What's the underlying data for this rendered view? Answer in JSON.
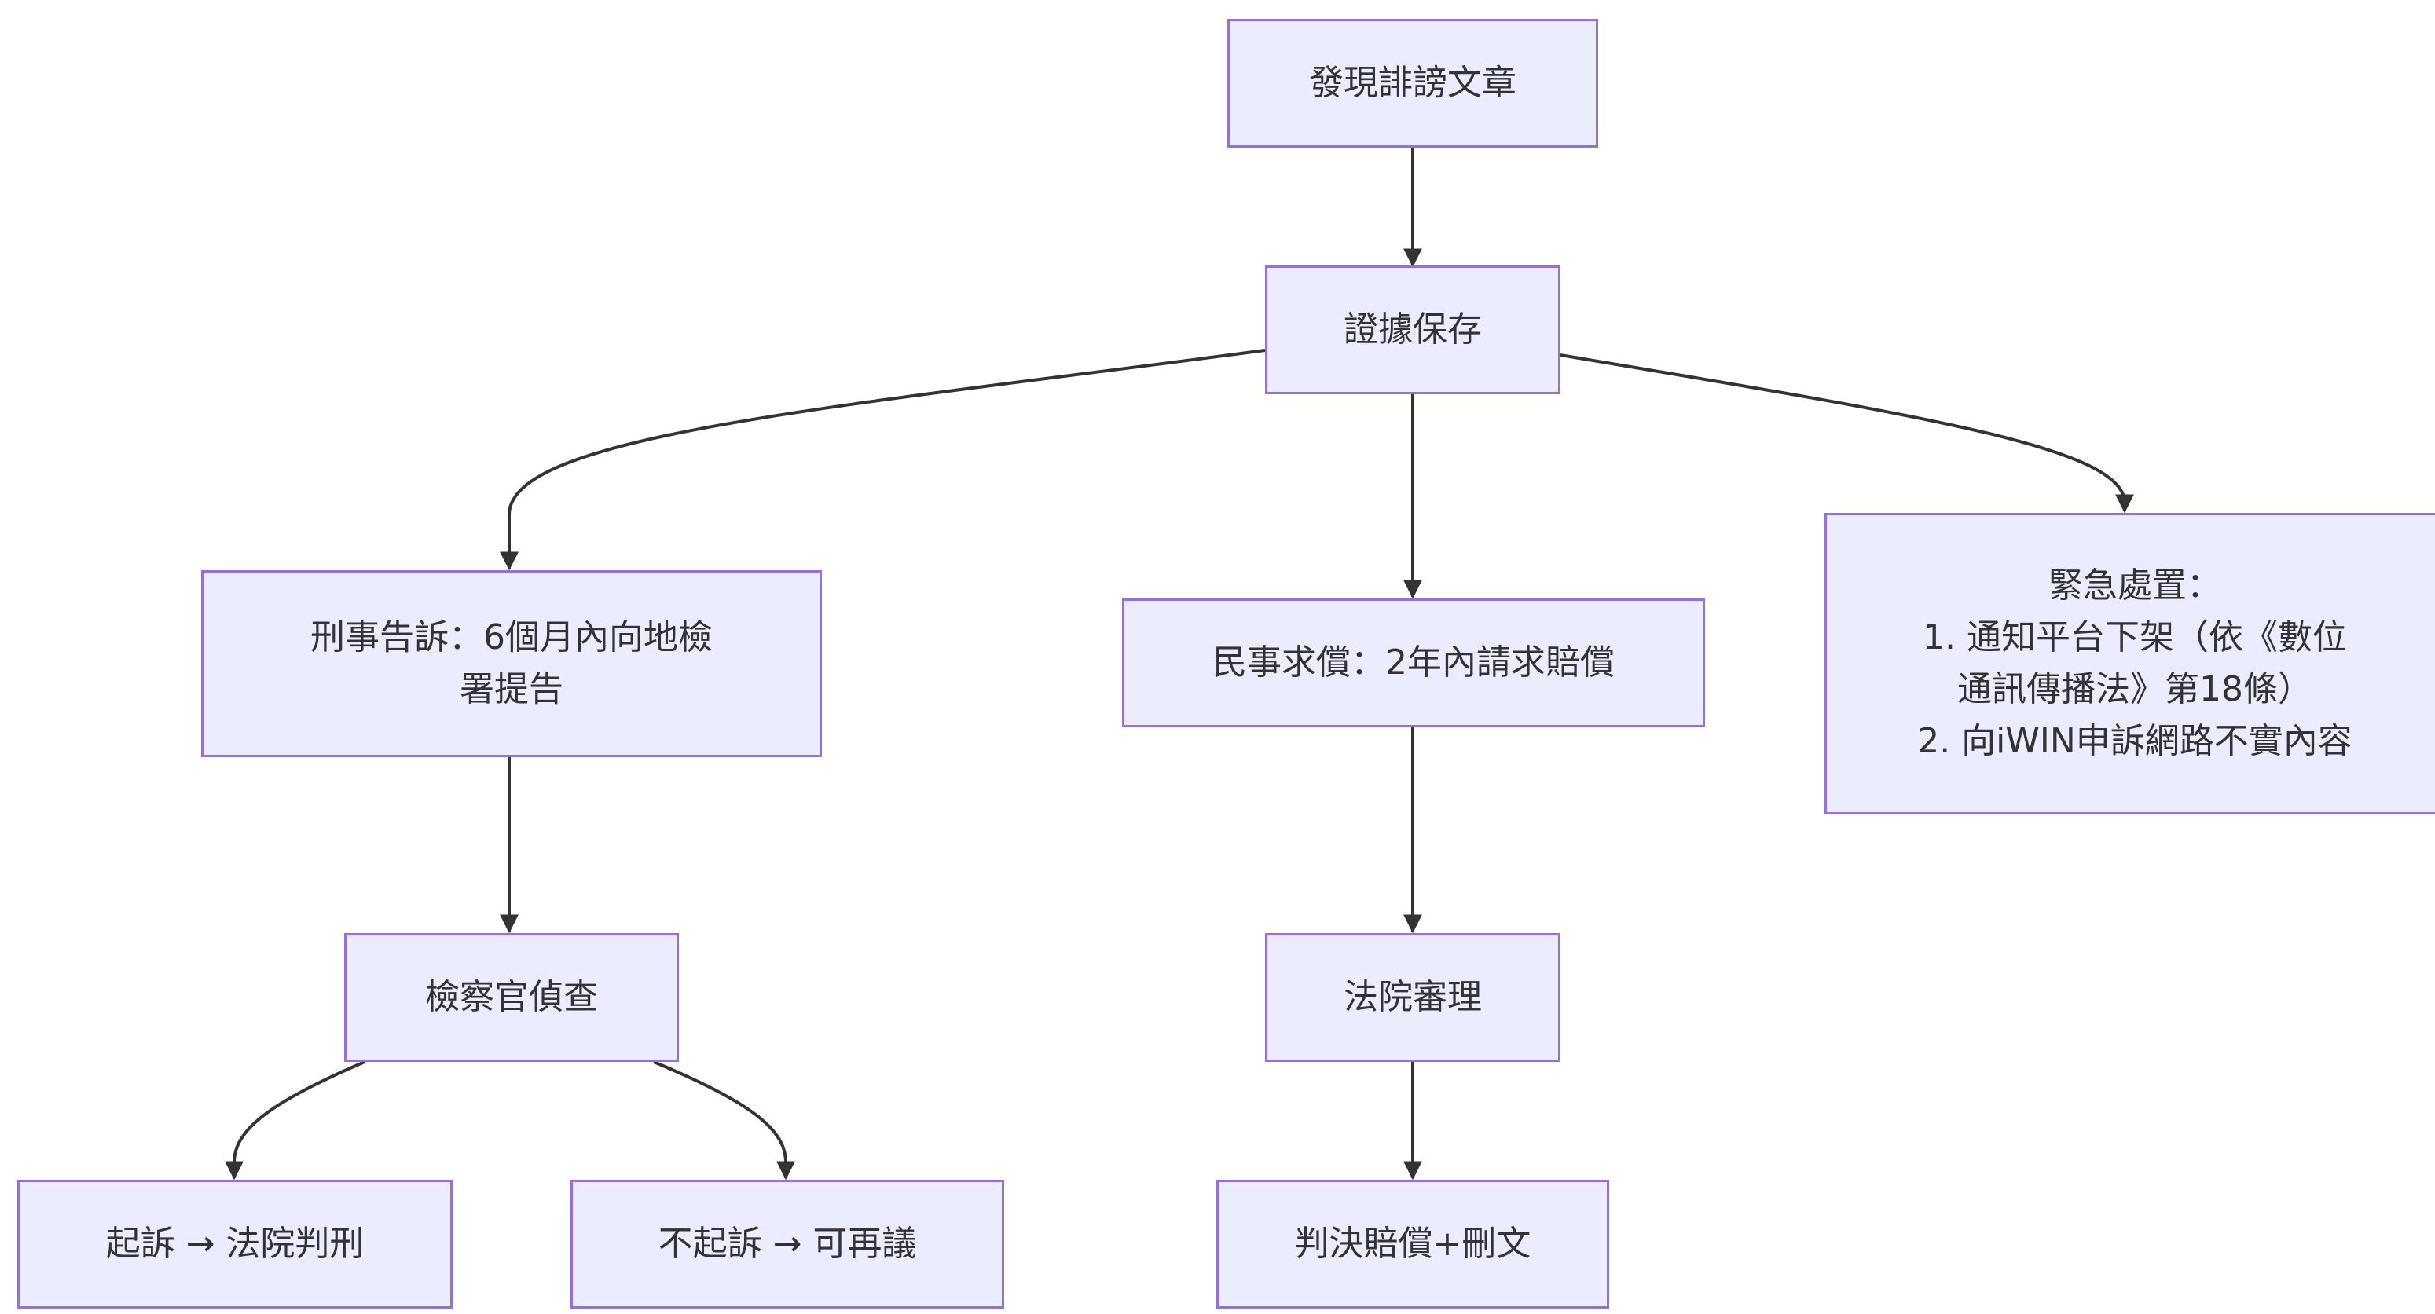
{
  "diagram": {
    "type": "flowchart",
    "nodes": {
      "discover": {
        "lines": [
          "發現誹謗文章"
        ]
      },
      "evidence": {
        "lines": [
          "證據保存"
        ]
      },
      "criminal": {
        "lines": [
          "刑事告訴：6個月內向地檢",
          "署提告"
        ]
      },
      "civil": {
        "lines": [
          "民事求償：2年內請求賠償"
        ]
      },
      "emergency": {
        "lines": [
          "緊急處置：",
          "1. 通知平台下架（依《數位",
          "通訊傳播法》第18條）",
          "2. 向iWIN申訴網路不實內容"
        ]
      },
      "prosecutor": {
        "lines": [
          "檢察官偵查"
        ]
      },
      "court": {
        "lines": [
          "法院審理"
        ]
      },
      "indict": {
        "lines": [
          "起訴 → 法院判刑"
        ]
      },
      "no_indict": {
        "lines": [
          "不起訴 → 可再議"
        ]
      },
      "judgment": {
        "lines": [
          "判決賠償+刪文"
        ]
      }
    },
    "edges": [
      {
        "from": "discover",
        "to": "evidence"
      },
      {
        "from": "evidence",
        "to": "criminal"
      },
      {
        "from": "evidence",
        "to": "civil"
      },
      {
        "from": "evidence",
        "to": "emergency"
      },
      {
        "from": "criminal",
        "to": "prosecutor"
      },
      {
        "from": "civil",
        "to": "court"
      },
      {
        "from": "prosecutor",
        "to": "indict"
      },
      {
        "from": "prosecutor",
        "to": "no_indict"
      },
      {
        "from": "court",
        "to": "judgment"
      }
    ],
    "colors": {
      "node_fill": "#ececff",
      "node_border": "#9370db",
      "text": "#333333",
      "edge": "#333333"
    }
  }
}
